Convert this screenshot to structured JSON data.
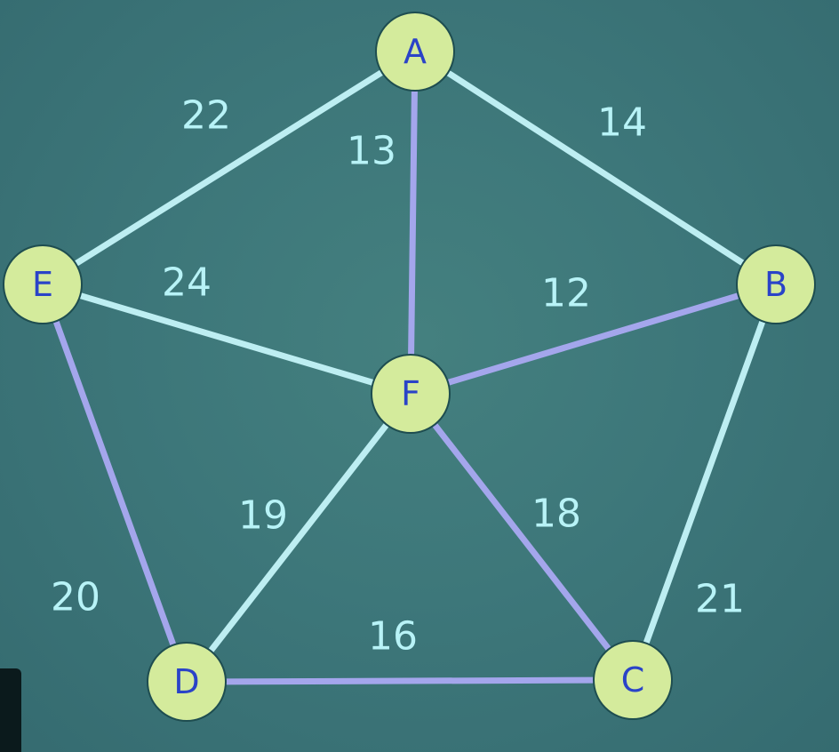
{
  "colors": {
    "background": "#3b7478",
    "node_fill": "#d4eb9c",
    "node_text": "#2a43c8",
    "weight_text": "#b8f3f7",
    "edge_tree": "#a4a6ec",
    "edge_other": "#bdeef2"
  },
  "graph": {
    "nodes": [
      {
        "id": "A",
        "label": "A"
      },
      {
        "id": "B",
        "label": "B"
      },
      {
        "id": "C",
        "label": "C"
      },
      {
        "id": "D",
        "label": "D"
      },
      {
        "id": "E",
        "label": "E"
      },
      {
        "id": "F",
        "label": "F"
      }
    ],
    "edges": [
      {
        "from": "A",
        "to": "E",
        "weight": "22",
        "highlight": false
      },
      {
        "from": "A",
        "to": "F",
        "weight": "13",
        "highlight": true
      },
      {
        "from": "A",
        "to": "B",
        "weight": "14",
        "highlight": false
      },
      {
        "from": "E",
        "to": "F",
        "weight": "24",
        "highlight": false
      },
      {
        "from": "F",
        "to": "B",
        "weight": "12",
        "highlight": true
      },
      {
        "from": "E",
        "to": "D",
        "weight": "20",
        "highlight": true
      },
      {
        "from": "F",
        "to": "D",
        "weight": "19",
        "highlight": false
      },
      {
        "from": "F",
        "to": "C",
        "weight": "18",
        "highlight": true
      },
      {
        "from": "B",
        "to": "C",
        "weight": "21",
        "highlight": false
      },
      {
        "from": "D",
        "to": "C",
        "weight": "16",
        "highlight": true
      }
    ]
  }
}
